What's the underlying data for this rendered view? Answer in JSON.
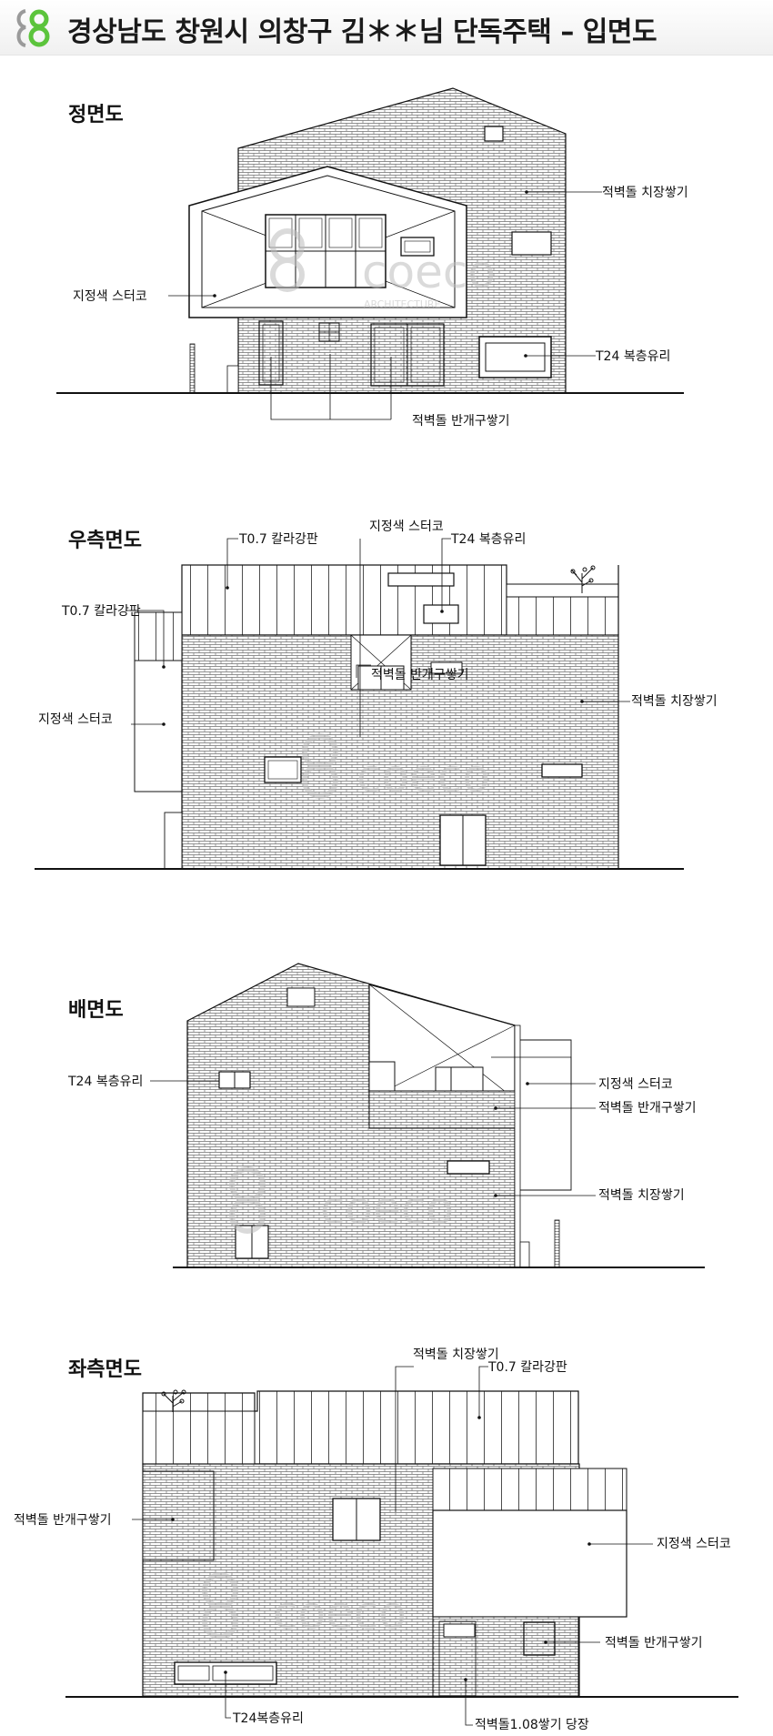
{
  "header": {
    "title": "경상남도 창원시 의창구  김＊＊님 단독주택 – 입면도"
  },
  "watermark": {
    "name": "coeco",
    "sub": "ARCHITECTURE"
  },
  "colors": {
    "accent_green": "#5cc43c",
    "logo_gray": "#9a9a9a"
  },
  "sections": {
    "front": {
      "title": "정면도",
      "labels": {
        "brick_stack": "적벽돌 치장쌓기",
        "stucco": "지정색 스터코",
        "glass": "T24 복층유리",
        "brick_half": "적벽돌 반개구쌓기"
      }
    },
    "right": {
      "title": "우측면도",
      "labels": {
        "steel_top": "T0.7 칼라강판",
        "stucco_top": "지정색 스터코",
        "glass": "T24 복층유리",
        "steel_left": "T0.7 칼라강판",
        "brick_half": "적벽돌 반개구쌓기",
        "stucco_left": "지정색 스터코",
        "brick_stack": "적벽돌 치장쌓기"
      }
    },
    "rear": {
      "title": "배면도",
      "labels": {
        "glass": "T24 복층유리",
        "stucco": "지정색 스터코",
        "brick_half": "적벽돌 반개구쌓기",
        "brick_stack": "적벽돌 치장쌓기"
      }
    },
    "left": {
      "title": "좌측면도",
      "labels": {
        "brick_stack": "적벽돌 치장쌓기",
        "steel": "T0.7 칼라강판",
        "brick_half_left": "적벽돌 반개구쌓기",
        "stucco": "지정색 스터코",
        "brick_half_right": "적벽돌 반개구쌓기",
        "glass": "T24복층유리",
        "brick_108": "적벽돌1.08쌓기 당장"
      }
    }
  }
}
